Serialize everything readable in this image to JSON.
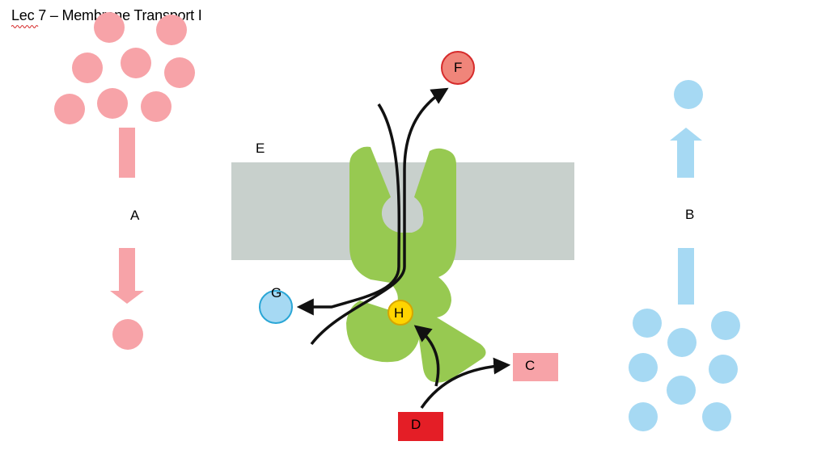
{
  "title": "Lec 7 – Membrane Transport I",
  "labels": {
    "a": "A",
    "b": "B",
    "c": "C",
    "d": "D",
    "e": "E",
    "f": "F",
    "g": "G",
    "h": "H"
  },
  "colors": {
    "pink_particle": "#f7a3a8",
    "blue_particle": "#a6d9f3",
    "membrane": "#c8d0cc",
    "protein": "#97c951",
    "particle_f": "#f0857a",
    "particle_f_border": "#d62b2b",
    "particle_g": "#a6d9f3",
    "particle_g_border": "#2aa6d6",
    "particle_h": "#ffd400",
    "particle_h_border": "#d6a600",
    "box_c": "#f7a3a8",
    "box_d": "#e41e26",
    "arrow": "#111111"
  }
}
